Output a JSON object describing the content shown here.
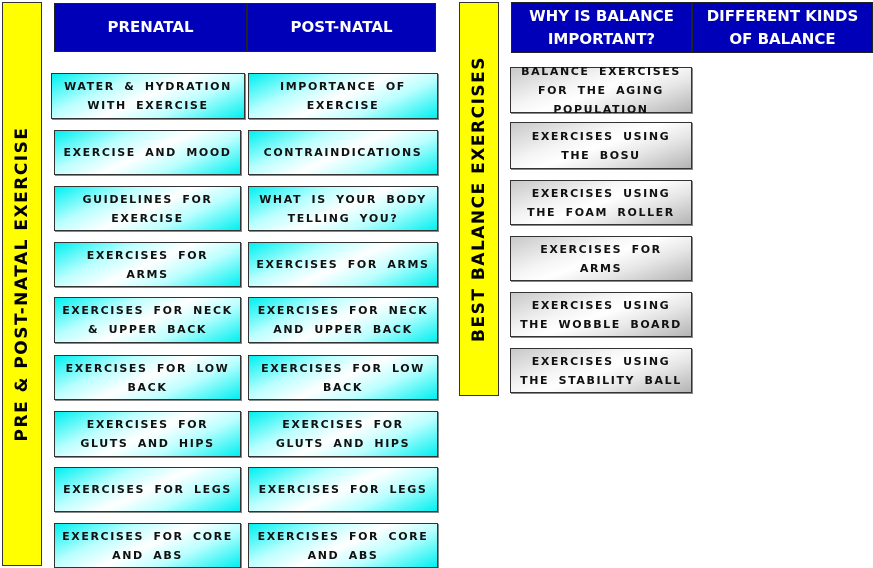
{
  "left_section": {
    "title": "PRE & POST-NATAL EXERCISE",
    "prenatal": {
      "header": "PRENATAL",
      "items": [
        "WATER & HYDRATION WITH EXERCISE",
        "EXERCISE AND MOOD",
        "GUIDELINES FOR EXERCISE",
        "EXERCISES FOR ARMS",
        "EXERCISES FOR NECK & UPPER BACK",
        "EXERCISES FOR LOW BACK",
        "EXERCISES FOR GLUTS AND HIPS",
        "EXERCISES FOR LEGS",
        "EXERCISES FOR CORE AND ABS"
      ]
    },
    "postnatal": {
      "header": "POST-NATAL",
      "items": [
        "IMPORTANCE OF EXERCISE",
        "CONTRAINDICATIONS",
        "WHAT IS YOUR BODY TELLING YOU?",
        "EXERCISES FOR ARMS",
        "EXERCISES FOR NECK AND UPPER BACK",
        "EXERCISES FOR LOW BACK",
        "EXERCISES FOR GLUTS AND HIPS",
        "EXERCISES FOR LEGS",
        "EXERCISES FOR CORE AND ABS"
      ]
    }
  },
  "right_section": {
    "title": "BEST BALANCE EXERCISES",
    "headers": [
      "WHY IS BALANCE IMPORTANT?",
      "DIFFERENT KINDS OF BALANCE"
    ],
    "items": [
      "BALANCE EXERCISES FOR THE AGING POPULATION",
      "EXERCISES USING THE BOSU",
      "EXERCISES USING THE FOAM ROLLER",
      "EXERCISES FOR ARMS",
      "EXERCISES USING THE WOBBLE BOARD",
      "EXERCISES USING THE STABILITY BALL"
    ]
  },
  "colors": {
    "header": "#0000b8",
    "sidebar": "#ffff00",
    "cyan": "#00f0f0"
  }
}
